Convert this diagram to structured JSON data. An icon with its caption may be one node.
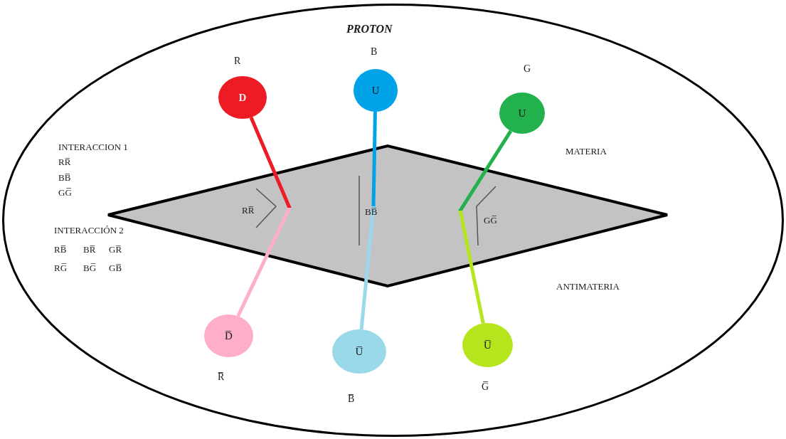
{
  "diagram": {
    "nodes": [
      {
        "text": [
          "PROTON"
        ]
      },
      {
        "text": [
          "D"
        ],
        "in": 0,
        "beside": [
          "R"
        ]
      },
      {
        "text": [
          "U"
        ],
        "in": 0,
        "beside": [
          "B"
        ]
      },
      {
        "text": [
          "U"
        ],
        "in": 0,
        "beside": [
          "G"
        ]
      },
      {
        "text": [
          "D̅"
        ],
        "in": 0,
        "beside": [
          "R̅"
        ]
      },
      {
        "text": [
          "U̅"
        ],
        "in": 0,
        "beside": [
          "B̅"
        ]
      },
      {
        "text": [
          "U̅"
        ],
        "in": 0,
        "beside": [
          "G̅"
        ]
      }
    ],
    "edges": [
      {
        "from": 1,
        "to": 4,
        "arrow": "none"
      },
      {
        "from": 2,
        "to": 5,
        "arrow": "none"
      },
      {
        "from": 3,
        "to": 6,
        "arrow": "none"
      }
    ],
    "labels": [
      "INTERACCION 1",
      "RR̅",
      "BB̅",
      "GG̅",
      "MATERIA",
      "RR̅",
      "BB̅",
      "GG̅",
      "INTERACCIÓN 2",
      "RB̅",
      "BR̅",
      "GR̅",
      "RG̅",
      "BG̅",
      "GB̅",
      "ANTIMATERIA"
    ]
  }
}
